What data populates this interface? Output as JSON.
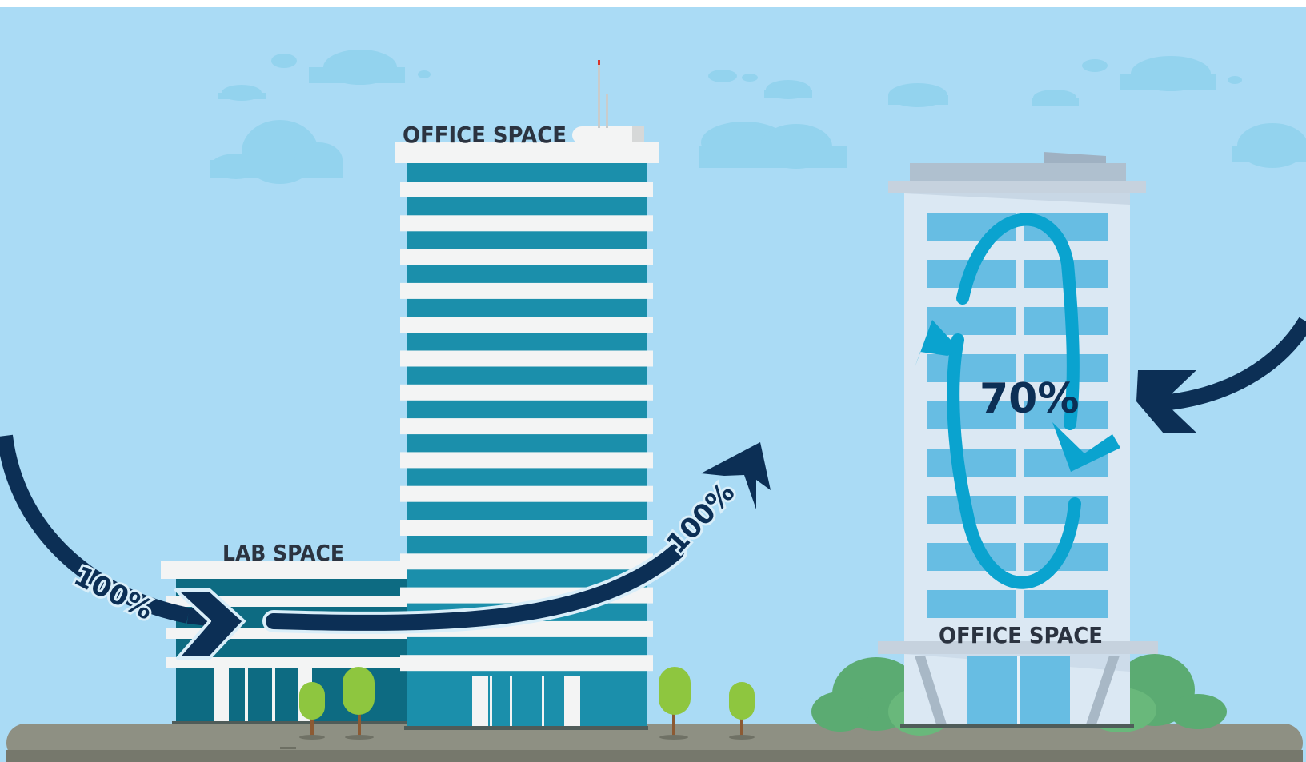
{
  "labels": {
    "office_space_tower": "OFFICE SPACE",
    "lab_space": "LAB SPACE",
    "office_space_right": "OFFICE SPACE"
  },
  "percentages": {
    "incoming_left": "100%",
    "outgoing_tower": "100%",
    "recirculating_right": "70%"
  },
  "colors": {
    "sky": "#aadbf5",
    "cloud": "#93d3ee",
    "tower_band": "#1b8fab",
    "tower_floor": "#f3f4f4",
    "lab_band": "#0d6b82",
    "right_building": "#dbe8f3",
    "right_window": "#67bde3",
    "arrow_dark": "#0c2f55",
    "arrow_cyan": "#0aa3cf",
    "tree_green": "#8ec63f",
    "bush_green": "#69b87b",
    "ground": "#8e9083"
  }
}
